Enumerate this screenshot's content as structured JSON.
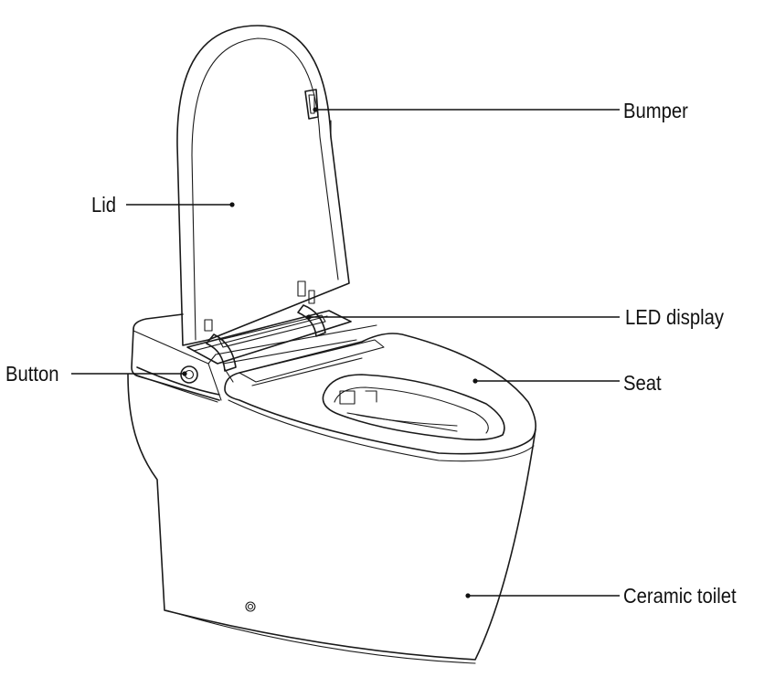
{
  "labels": {
    "bumper": "Bumper",
    "lid": "Lid",
    "led_display": "LED display",
    "button": "Button",
    "seat": "Seat",
    "ceramic_toilet": "Ceramic toilet"
  },
  "colors": {
    "line": "#1a1a1a",
    "background": "#ffffff"
  }
}
